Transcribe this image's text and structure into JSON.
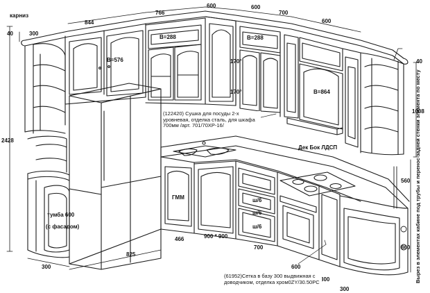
{
  "dimensions": {
    "top_844": "844",
    "top_766": "766",
    "top_600a": "600",
    "top_600b": "600",
    "top_700": "700",
    "top_600c": "600",
    "left_300": "300",
    "left_height": "2428",
    "right_1008": "1008",
    "right_40": "40",
    "right_560": "560",
    "right_860": "860",
    "left_40": "40",
    "bottom_300a": "300",
    "bottom_825": "825",
    "bottom_466": "466",
    "bottom_900": "900 * 900",
    "bottom_700": "700",
    "bottom_600": "600",
    "bottom_300b": "300",
    "bottom_300c": "300"
  },
  "labels": {
    "karniz": "карниз",
    "w576": "B=576",
    "w288a": "B=288",
    "w288b": "B=288",
    "w864": "B=864",
    "deg170a": "170°",
    "deg170b": "170°",
    "dek": "Дек Бок ЛДСП",
    "tumba": "тумба 600",
    "fasad": "(с фасадом)",
    "gmm": "ГММ",
    "sh6a": "ш/6",
    "sh6b": "ш/6",
    "sh6c": "ш/6"
  },
  "notes": {
    "dryer": "(122420) Сушка для посуды 2-х уровневая, отделка сталь, для шкафа 700мм /арт. 701/70XP-16/",
    "basket": "(61952)Сетка в базу 300 выдвижная с доводчиком, отделка хром0ZY/30.50PC",
    "pipe": "Вырез в элементах кабине под трубы и перенос задней стенки элемента по месту"
  }
}
